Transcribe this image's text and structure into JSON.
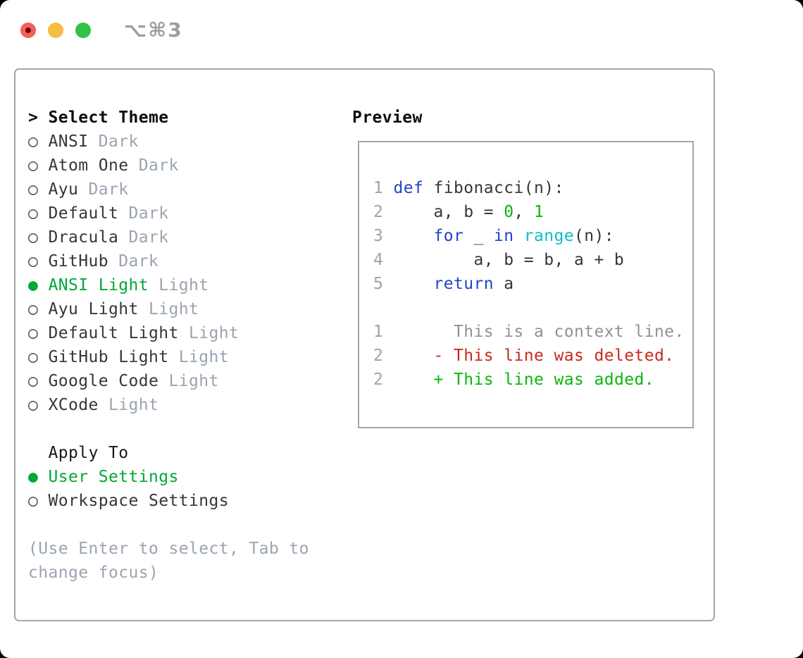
{
  "window": {
    "title": "⌥⌘3"
  },
  "titlebar": {
    "buttons": [
      {
        "name": "close"
      },
      {
        "name": "minimize"
      },
      {
        "name": "zoom"
      }
    ]
  },
  "theme_picker": {
    "header": {
      "marker": ">",
      "label": "Select Theme"
    },
    "items": [
      {
        "marker": "○",
        "name": "ANSI",
        "variant": "Dark",
        "selected": false
      },
      {
        "marker": "○",
        "name": "Atom One",
        "variant": "Dark",
        "selected": false
      },
      {
        "marker": "○",
        "name": "Ayu",
        "variant": "Dark",
        "selected": false
      },
      {
        "marker": "○",
        "name": "Default",
        "variant": "Dark",
        "selected": false
      },
      {
        "marker": "○",
        "name": "Dracula",
        "variant": "Dark",
        "selected": false
      },
      {
        "marker": "○",
        "name": "GitHub",
        "variant": "Dark",
        "selected": false
      },
      {
        "marker": "●",
        "name": "ANSI Light",
        "variant": "Light",
        "selected": true
      },
      {
        "marker": "○",
        "name": "Ayu Light",
        "variant": "Light",
        "selected": false
      },
      {
        "marker": "○",
        "name": "Default Light",
        "variant": "Light",
        "selected": false
      },
      {
        "marker": "○",
        "name": "GitHub Light",
        "variant": "Light",
        "selected": false
      },
      {
        "marker": "○",
        "name": "Google Code",
        "variant": "Light",
        "selected": false
      },
      {
        "marker": "○",
        "name": "XCode",
        "variant": "Light",
        "selected": false
      }
    ]
  },
  "apply_to": {
    "label": "Apply To",
    "options": [
      {
        "marker": "●",
        "name": "User Settings",
        "selected": true
      },
      {
        "marker": "○",
        "name": "Workspace Settings",
        "selected": false
      }
    ]
  },
  "help": {
    "lines": [
      "(Use Enter to select, Tab to",
      "change focus)"
    ]
  },
  "preview": {
    "label": "Preview",
    "code_lines": [
      {
        "segments": [
          {
            "t": "1",
            "s": "ln"
          },
          {
            "t": " ",
            "s": "fg"
          },
          {
            "t": "def",
            "s": "kw"
          },
          {
            "t": " fibonacci(n):",
            "s": "fg"
          }
        ]
      },
      {
        "segments": [
          {
            "t": "2",
            "s": "ln"
          },
          {
            "t": "     a, b = ",
            "s": "fg"
          },
          {
            "t": "0",
            "s": "num"
          },
          {
            "t": ", ",
            "s": "fg"
          },
          {
            "t": "1",
            "s": "num"
          }
        ]
      },
      {
        "segments": [
          {
            "t": "3",
            "s": "ln"
          },
          {
            "t": "     ",
            "s": "fg"
          },
          {
            "t": "for",
            "s": "kw"
          },
          {
            "t": " _ ",
            "s": "fg"
          },
          {
            "t": "in",
            "s": "kw"
          },
          {
            "t": " ",
            "s": "fg"
          },
          {
            "t": "range",
            "s": "fn"
          },
          {
            "t": "(n):",
            "s": "fg"
          }
        ]
      },
      {
        "segments": [
          {
            "t": "4",
            "s": "ln"
          },
          {
            "t": "         a, b = b, a + b",
            "s": "fg"
          }
        ]
      },
      {
        "segments": [
          {
            "t": "5",
            "s": "ln"
          },
          {
            "t": "     ",
            "s": "fg"
          },
          {
            "t": "return",
            "s": "kw"
          },
          {
            "t": " a",
            "s": "fg"
          }
        ]
      },
      {
        "segments": []
      },
      {
        "segments": [
          {
            "t": "1",
            "s": "ln"
          },
          {
            "t": "       This is a context line.",
            "s": "ctx"
          }
        ]
      },
      {
        "segments": [
          {
            "t": "2",
            "s": "ln"
          },
          {
            "t": "     ",
            "s": "fg"
          },
          {
            "t": "- This line was deleted.",
            "s": "del"
          }
        ]
      },
      {
        "segments": [
          {
            "t": "2",
            "s": "ln"
          },
          {
            "t": "     ",
            "s": "fg"
          },
          {
            "t": "+ This line was added.",
            "s": "add"
          }
        ]
      }
    ]
  },
  "colors": {
    "selectedGreen": "#00a838",
    "mutedGray": "#9aa4b1",
    "lineNumberGray": "#9aa4b0",
    "contextGray": "#8d939b",
    "keywordBlue": "#1f45cb",
    "functionCyan": "#13bdc9",
    "numberGreen": "#0cb40c",
    "addedGreen": "#0cb40c",
    "deletedRed": "#c9291b",
    "borderGray": "#9fa8b2",
    "trafficRed": "#f2605a",
    "trafficYellow": "#f5bd41",
    "trafficGreen": "#30c146"
  }
}
